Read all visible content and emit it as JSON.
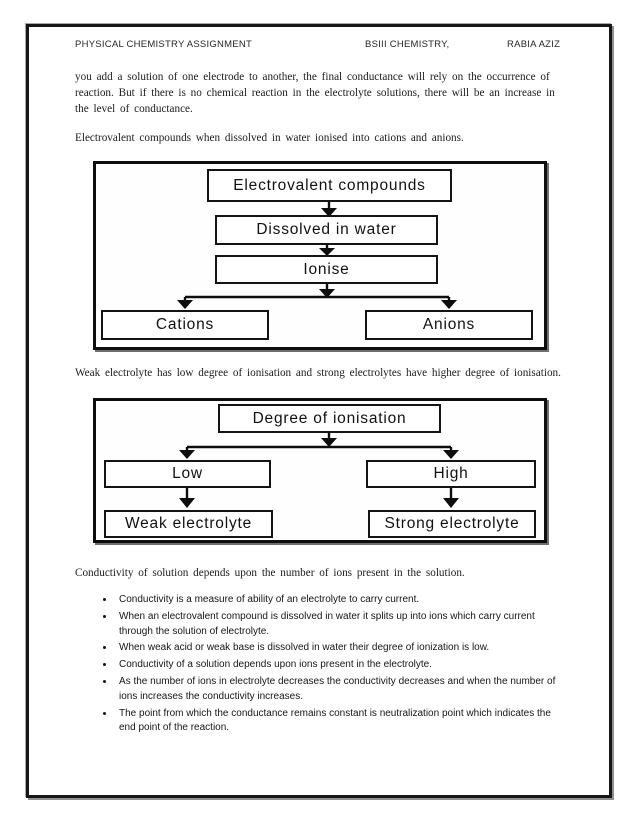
{
  "header": {
    "left": "PHYSICAL CHEMISTRY ASSIGNMENT",
    "center": "BSIII CHEMISTRY,",
    "right": "RABIA AZIZ"
  },
  "paragraphs": {
    "p1": "you add a solution of one electrode to another, the final conductance will rely on the occurrence of reaction. But if there is no chemical reaction in the electrolyte solutions, there will be an increase in the level of conductance.",
    "p2": "Electrovalent compounds when dissolved in water ionised into cations and anions.",
    "p3": "Weak electrolyte has low degree of ionisation and strong electrolytes have higher degree of ionisation.",
    "p4": "Conductivity of solution depends upon the number of ions present in the solution."
  },
  "flowchart1": {
    "nodes": {
      "root": "Electrovalent compounds",
      "step2": "Dissolved in water",
      "step3": "Ionise",
      "left": "Cations",
      "right": "Anions"
    }
  },
  "flowchart2": {
    "nodes": {
      "root": "Degree of ionisation",
      "left1": "Low",
      "right1": "High",
      "left2": "Weak electrolyte",
      "right2": "Strong electrolyte"
    }
  },
  "bullets": [
    "Conductivity is a measure of ability of an electrolyte to carry current.",
    "When an electrovalent compound is dissolved in water it splits up into ions which carry current through the solution of electrolyte.",
    "When weak acid or weak base is dissolved in water their degree of ionization is low.",
    "Conductivity of a solution depends upon ions present in the electrolyte.",
    "As the number of ions in electrolyte decreases the conductivity decreases and when the number of ions increases the conductivity increases.",
    "The point from which the conductance remains constant is neutralization point which indicates the end point of the reaction."
  ],
  "colors": {
    "ink": "#1c1c1c",
    "page_border": "#161616",
    "diagram_border": "#0e0e0e"
  }
}
